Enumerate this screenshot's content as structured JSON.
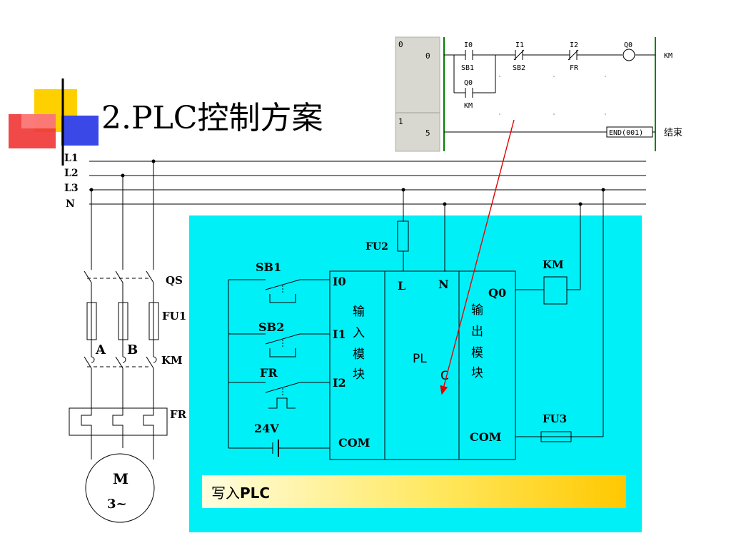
{
  "slide_title": "2.PLC控制方案",
  "bus_labels": [
    "L1",
    "L2",
    "L3",
    "N"
  ],
  "ladder": {
    "rung_numbers": [
      "0",
      "1"
    ],
    "step_numbers": [
      "0",
      "5"
    ],
    "contacts": [
      {
        "address": "I0",
        "label": "SB1"
      },
      {
        "address": "I1",
        "label": "SB2"
      },
      {
        "address": "I2",
        "label": "FR"
      },
      {
        "address": "Q0",
        "label": "KM"
      }
    ],
    "coil_address": "Q0",
    "coil_label": "KM",
    "end_instruction": "END(001)",
    "end_comment": "结束"
  },
  "power_circuit": {
    "qs": "QS",
    "fu1": "FU1",
    "km": "KM",
    "fr": "FR",
    "phase_a": "A",
    "phase_b": "B",
    "motor_line1": "M",
    "motor_line2": "3~"
  },
  "plc": {
    "fu2": "FU2",
    "sb1": "SB1",
    "sb2": "SB2",
    "fr": "FR",
    "supply": "24V",
    "in0": "I0",
    "in1": "I1",
    "in2": "I2",
    "com_in": "COM",
    "l": "L",
    "n": "N",
    "input_module_chars": [
      "输",
      "入",
      "模",
      "块"
    ],
    "cpu_line1": "PL",
    "cpu_line2": "C",
    "output_module_chars": [
      "输",
      "出",
      "模",
      "块"
    ],
    "q0": "Q0",
    "com_out": "COM",
    "km": "KM",
    "fu3": "FU3"
  },
  "write_bar": {
    "prefix": "写入",
    "suffix": "PLC"
  },
  "colors": {
    "panel": "#00f0f8",
    "ladder_rail": "#008000",
    "arrow": "#e00000",
    "deco_red": "#f03030",
    "deco_yellow": "#ffd000",
    "deco_blue": "#3040e0"
  }
}
